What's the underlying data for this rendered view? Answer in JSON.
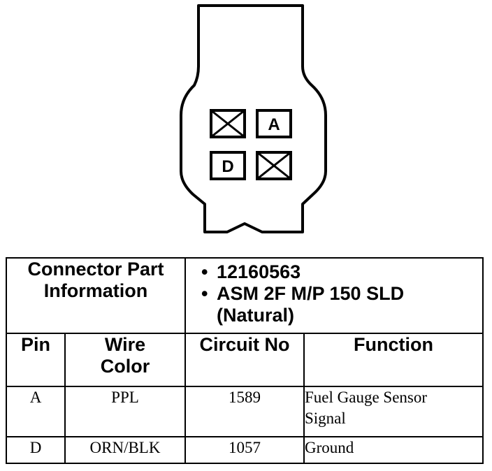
{
  "connector": {
    "pin_labels": [
      "A",
      "D"
    ],
    "empty_cavities": 2
  },
  "table": {
    "part_info_label": [
      "Connector Part",
      "Information"
    ],
    "part_numbers": [
      "12160563",
      "ASM 2F M/P 150 SLD",
      "(Natural)"
    ],
    "columns": {
      "pin": "Pin",
      "wire_color": [
        "Wire",
        "Color"
      ],
      "circuit_no": "Circuit No",
      "function": "Function"
    },
    "rows": [
      {
        "pin": "A",
        "wire_color": "PPL",
        "circuit_no": "1589",
        "function": [
          "Fuel Gauge Sensor",
          "Signal"
        ]
      },
      {
        "pin": "D",
        "wire_color": "ORN/BLK",
        "circuit_no": "1057",
        "function": [
          "Ground"
        ]
      }
    ]
  }
}
